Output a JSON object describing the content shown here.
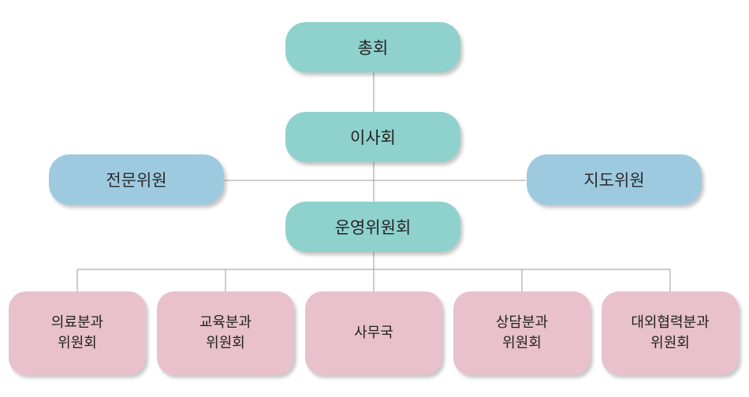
{
  "org": {
    "general_assembly": "총회",
    "board": "이사회",
    "expert_committee": "전문위원",
    "guidance_committee": "지도위원",
    "steering_committee": "운영위원회",
    "subcommittees": [
      "의료분과\n위원회",
      "교육분과\n위원회",
      "사무국",
      "상담분과\n위원회",
      "대외협력분과\n위원회"
    ]
  },
  "colors": {
    "main_nodes": "#8fd1cd",
    "side_nodes": "#9ecae0",
    "sub_nodes": "#e8c1cd",
    "connector": "#9a9a9a"
  }
}
